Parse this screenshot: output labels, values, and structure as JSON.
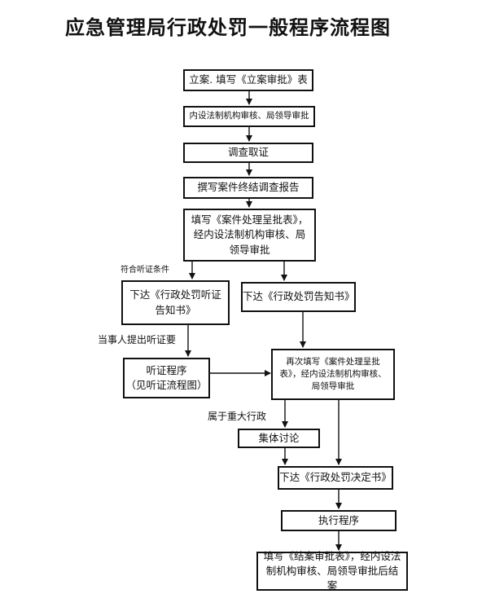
{
  "title": "应急管理局行政处罚一般程序流程图",
  "nodes": {
    "n1": "立案. 填写《立案审批》表",
    "n2": "内设法制机构审核、局领导审批",
    "n3": "调查取证",
    "n4": "撰写案件终结调查报告",
    "n5": "填写《案件处理呈批表》，经内设法制机构审核、局领导审批",
    "n6": "下达《行政处罚听证告知书》",
    "n7": "下达《行政处罚告知书》",
    "n8_line1": "听证程序",
    "n8_line2": "（见听证流程图）",
    "n9": "再次填写《案件处理呈批表》，经内设法制机构审核、局领导审批",
    "n10": "集体讨论",
    "n11": "下达《行政处罚决定书》",
    "n12": "执行程序",
    "n13": "填写《结案审批表》，经内设法制机构审核、局领导审批后结案"
  },
  "labels": {
    "hearing_condition": "符合听证条件",
    "party_request": "当事人提出听证要",
    "major_case": "属于重大行政"
  }
}
